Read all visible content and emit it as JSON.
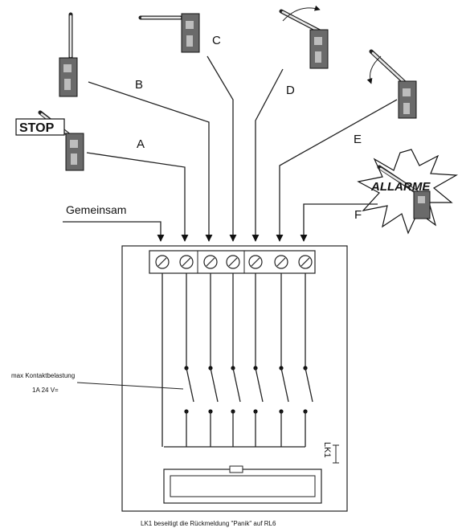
{
  "labels": {
    "a": "A",
    "b": "B",
    "c": "C",
    "d": "D",
    "e": "E",
    "f": "F",
    "common": "Gemeinsam",
    "stop": "STOP",
    "alarm": "ALLARME",
    "contact_load_line1": "max Kontaktbelastung",
    "contact_load_line2": "1A 24 V=",
    "jumper": "LK1",
    "caption": "LK1 beseitigt die Rückmeldung \"Panik\" auf RL6"
  },
  "icons": {
    "barrier": "barrier-gate-icon",
    "stop_sign": "stop-sign-icon",
    "alarm_burst": "alarm-starburst-icon",
    "rotation_arrow": "curved-arrow-icon",
    "screw_terminal": "screw-terminal-icon"
  },
  "colors": {
    "line": "#222222",
    "box_dark": "#6a6a6a",
    "box_light": "#bdbdbd"
  }
}
